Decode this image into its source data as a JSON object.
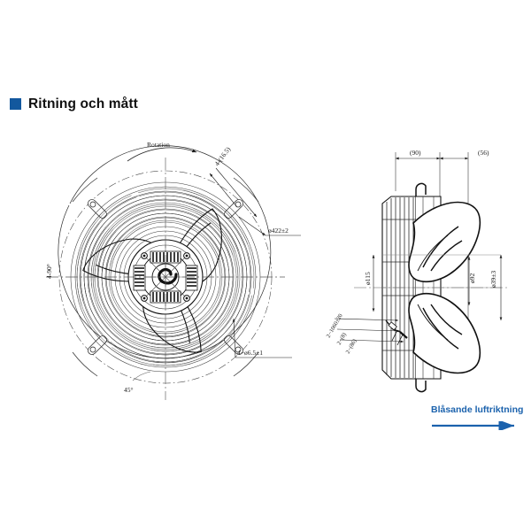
{
  "header": {
    "bullet_color": "#13589e",
    "title": "Ritning och mått"
  },
  "airflow": {
    "label": "Blåsande luftriktning",
    "color": "#1b62ad",
    "arrow_icon": "right-arrow-icon"
  },
  "front_view": {
    "rotation_label": "Rotation",
    "mount_hole_label": "4-(16.5)",
    "outer_diameter_label": "ø422±2",
    "bolt_hole_label": "4−ø6.5±1",
    "angle_label_left": "4-90°",
    "angle_label_bottom": "45°"
  },
  "side_view": {
    "depth_label_front": "(90)",
    "depth_label_rear": "(56)",
    "bore_label": "ø115",
    "hub_label": "ø92",
    "shaft_label": "ø39±3",
    "cable_label": "2−1060±20",
    "lead_label_a": "2−(8)",
    "lead_label_b": "2−(86)"
  },
  "colors": {
    "line": "#1a1a1a",
    "thin": "#555555",
    "background": "#ffffff"
  }
}
